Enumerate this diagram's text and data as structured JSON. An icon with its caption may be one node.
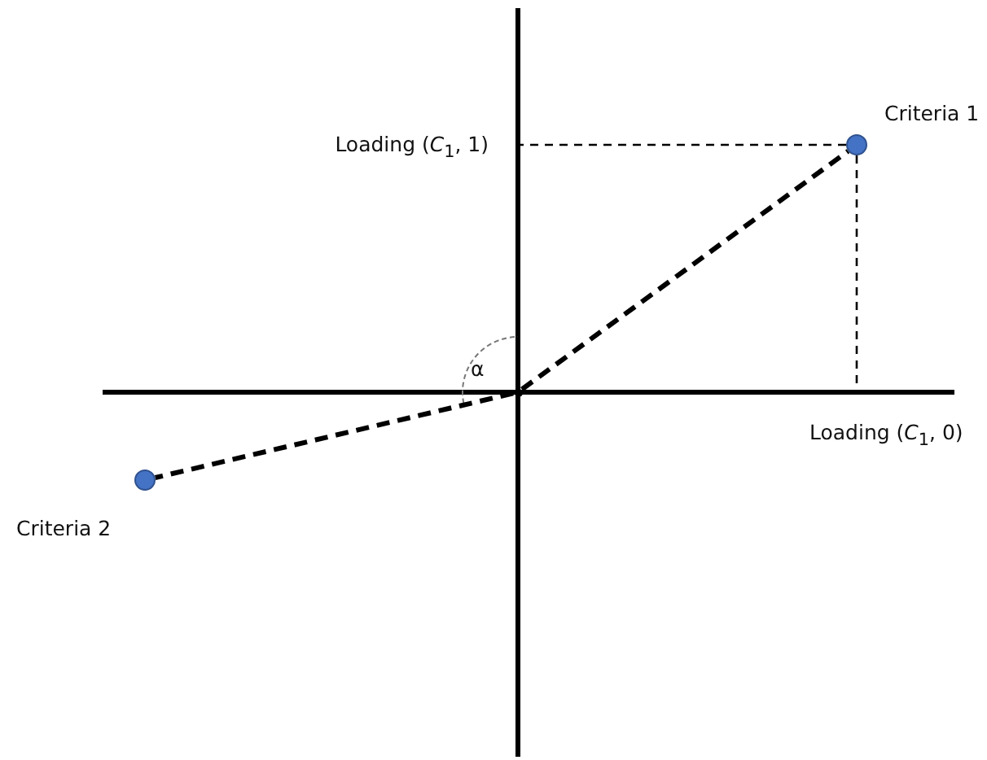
{
  "diagram": {
    "nodes": [
      {
        "text": [],
        "shape": "point"
      },
      {
        "text": [],
        "shape": "circle",
        "beside": [
          "Criteria 1"
        ]
      },
      {
        "text": [],
        "shape": "circle",
        "beside": [
          "Criteria 2"
        ]
      }
    ],
    "edges": [
      {
        "from": 0,
        "to": 1,
        "arrow": "none",
        "style": "dashed"
      },
      {
        "from": 0,
        "to": 2,
        "arrow": "none",
        "style": "dashed"
      },
      {
        "from": 1,
        "to": null,
        "arrow": "none",
        "style": "dashed"
      },
      {
        "from": 1,
        "to": null,
        "arrow": "none",
        "style": "dashed"
      }
    ],
    "labels": [
      "Loading (*C*$_{1}$, 1)",
      "α",
      "Loading (*C*$_{1}$, 0)"
    ]
  }
}
